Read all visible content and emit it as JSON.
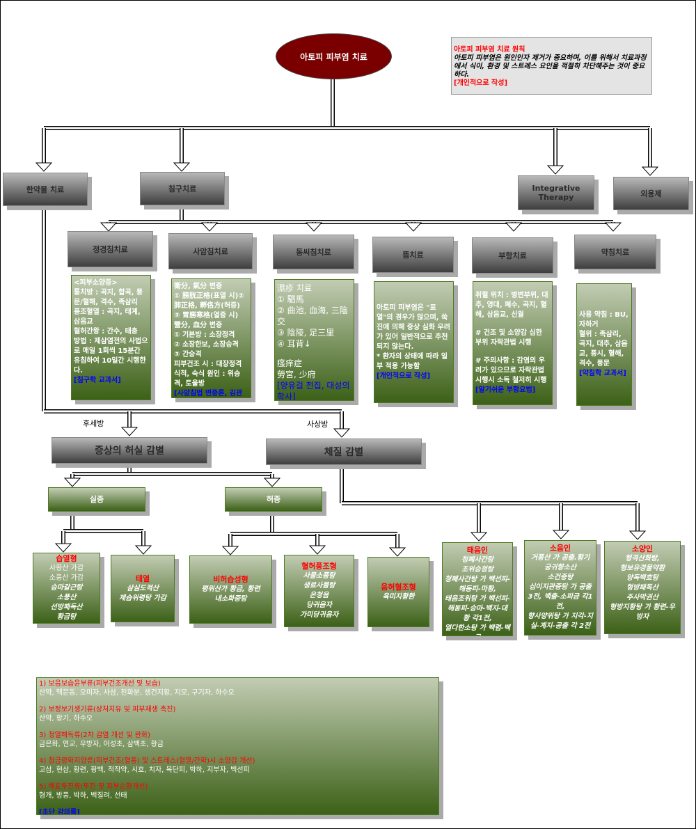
{
  "root": "아토피 피부염 치료",
  "note": {
    "title": "아토피 피부염 치료 원칙",
    "body": "아토피 피부염은 원인인자 제거가 중요하며, 이를 위해서 치료과정에서 식이, 환경 및 스트레스 요인을 적절히 차단해주는 것이 중요하다.",
    "source": "[개인적으로 작성]"
  },
  "level1": {
    "herbal": "한약물 치료",
    "acupuncture": "침구치료",
    "integrative": "Integrative Therapy",
    "topical": "외용제"
  },
  "acu_methods": [
    {
      "label": "정경침치료",
      "lines": [
        "<피부소양증>",
        "통치방 : 곡지, 합곡, 풍문/혈해, 격수, 족삼리",
        "풍조혈열 : 곡지, 태계, 삼음교",
        "혈허간왕 : 간수, 태충",
        "방법 : 제삼염전의 사법으로 매일 1회씩 15분간 유침하여 10일간 시행한다."
      ],
      "source": "[침구학 교과서]"
    },
    {
      "label": "사암침치료",
      "lines": [
        "衛分, 氣分 변증",
        "① 膀胱正格(표열 시)② 肺正格, 孵佫方(허증)",
        "③ 胃勝寒格(열증 시)",
        "營分, 血分 변증",
        "① 기본방 : 소장정격",
        "② 소장한보, 소장승격",
        "③ 간승격",
        "피부건조 시 : 대장정격",
        "식적, 숙식 원인 : 위승격, 토울방"
      ],
      "source": "[사암침법 변증론, 김관우]"
    },
    {
      "label": "동씨침치료",
      "lines": [
        "濕疹 치료",
        "① 駟馬",
        "② 曲池, 血海, 三陰交",
        "③ 陰陵, 足三里",
        "④ 耳背↓",
        "",
        "瘙痒症",
        "勞宮, 少府"
      ],
      "source": "[양유걸 전집, 대성의학사]"
    },
    {
      "label": "뜸치료",
      "lines": [
        "아토피 피부염은 \"표열\"의 경우가 많으며, 쑥진에 의해 증상 심화 우려가 있어 일반적으로 추천되지 않는다.",
        "* 환자의 상태에 따라 일부 적용 가능함"
      ],
      "source": "[개인적으로 작성]"
    },
    {
      "label": "부항치료",
      "lines": [
        "취혈 위치 : 병변부위, 대추, 영대, 폐수, 곡지, 혈해, 삼음교, 신궐",
        "",
        "# 건조 및 소양감 심한 부위 자락관법 시행",
        "",
        "# 주의사항 : 감염의 우려가 있으므로 자락관법 시행시 소독 철저히 시행"
      ],
      "source": "[알기쉬운 부항요법]"
    },
    {
      "label": "약침치료",
      "lines": [
        "사용 약침 : BU, 자하거",
        "혈위 : 족삼리, 곡지, 대추, 삼음교, 풍시, 혈해, 격수, 풍문"
      ],
      "source": "[약침학 교과서]"
    }
  ],
  "branch_labels": {
    "left": "후세방",
    "right": "사상방"
  },
  "diagnosis": {
    "deficiency_excess": "증상의 허실 감별",
    "constitution": "체질 감별"
  },
  "patterns": {
    "excess": "실증",
    "deficiency": "허증"
  },
  "prescriptions": [
    {
      "title": "습열형",
      "lines": [
        "사황산 가감",
        "소풍산 가감"
      ],
      "italic": [
        "승마갈근탕",
        "소풍산",
        "선방패독산",
        "황금탕"
      ]
    },
    {
      "title": "태열",
      "lines": [],
      "italic": [
        "삼심도적산",
        "제습위령탕 가감"
      ]
    },
    {
      "title": "비허습성형",
      "lines": [],
      "italic": [
        "평위산가 황금, 황련",
        "내소화중탕"
      ]
    },
    {
      "title": "혈허풍조형",
      "lines": [],
      "italic": [
        "사물소풍탕",
        "생료사물탕",
        "온청음",
        "당귀음자",
        "가미당귀음자"
      ]
    },
    {
      "title": "음허혈조형",
      "lines": [],
      "italic": [
        "육미지황환"
      ]
    },
    {
      "title": "태음인",
      "lines": [],
      "italic": [
        "청폐사간탕",
        "조위승청탕",
        "청폐사간탕 가 백선피-해동피-마황,",
        "태음조위탕 가 백선피-해동피-승마-백지-대황 각1전,",
        "열다한소탕 가 백렴-백급"
      ]
    },
    {
      "title": "소음인",
      "lines": [],
      "italic": [
        "거풍산 가 공출.황기",
        "궁귀향소산",
        "소건중탕",
        "십이지관중탕 가 공출3전, 백출-소피금 각1전,",
        "향사양위탕 가 지각-지실-계지-공출 각 2전"
      ]
    },
    {
      "title": "소양인",
      "lines": [],
      "italic": [
        "형격산화탕,",
        "형보유경물약환",
        "양독백호탕",
        "형방패독산",
        "주사막권산",
        "형방지황탕 가 황련-우방자"
      ]
    }
  ],
  "herbs": {
    "groups": [
      {
        "title": "1) 보음보습윤부류(피부건조개선 및 보습)",
        "items": "산약, 맥문동, 오미자, 사삼, 천화분, 생건지황, 지모, 구기자, 하수오"
      },
      {
        "title": "2) 보정보기생기류(상처치유 및 피부재생 촉진)",
        "items": "산약, 황기, 하수오"
      },
      {
        "title": "3) 청열해독류(2차 감염 개선 및 완화)",
        "items": "금은화, 연교, 우방자, 어성초, 삼백초, 황금"
      },
      {
        "title": "4) 청금량화지양류(피부건조(혈풍) 및 스트레스(혈열/간화)시 소양감 개선)",
        "items": "고삼, 현삼, 황련, 황백, 적작약, 시호, 치자, 목단피, 박하, 지부자, 백선피"
      },
      {
        "title": "5) 해표투진류(투진 및 피부순환개선)",
        "items": "형개, 방풍, 박하, 백질려, 선태"
      }
    ],
    "source": "[초단 강의록]"
  },
  "colors": {
    "root": "#7a0000",
    "accent_red": "#ff0000",
    "citation_blue": "#0000ff",
    "green_top": "#c2ccb3",
    "green_bottom": "#3c6117"
  }
}
